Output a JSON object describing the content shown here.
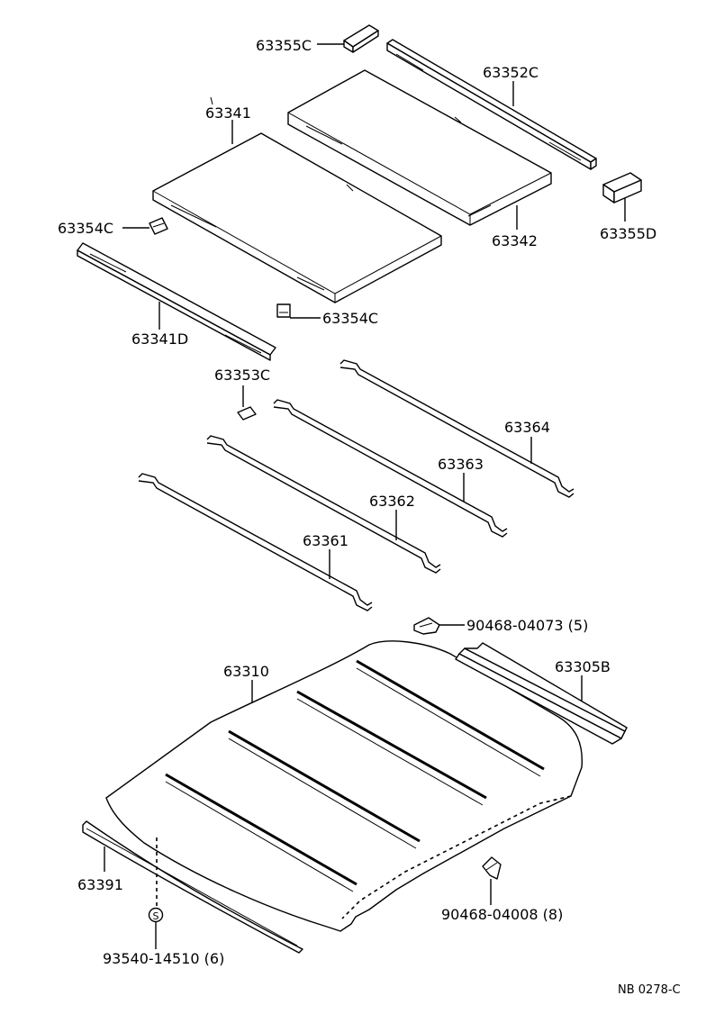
{
  "colors": {
    "ink": "#000000",
    "paper": "#ffffff"
  },
  "labels": {
    "p63355C": "63355C",
    "p63352C": "63352C",
    "p63341": "63341",
    "p63342": "63342",
    "p63355D": "63355D",
    "p63354C_top": "63354C",
    "p63354C_bottom": "63354C",
    "p63341D": "63341D",
    "p63353C": "63353C",
    "p63364": "63364",
    "p63363": "63363",
    "p63362": "63362",
    "p63361": "63361",
    "p90468_04073": "90468-04073 (5)",
    "p63310": "63310",
    "p63305B": "63305B",
    "p63391": "63391",
    "p90468_04008": "90468-04008 (8)",
    "p93540_14510": "93540-14510 (6)",
    "sheet_code": "NB  0278-C",
    "clip_letter": "S"
  }
}
